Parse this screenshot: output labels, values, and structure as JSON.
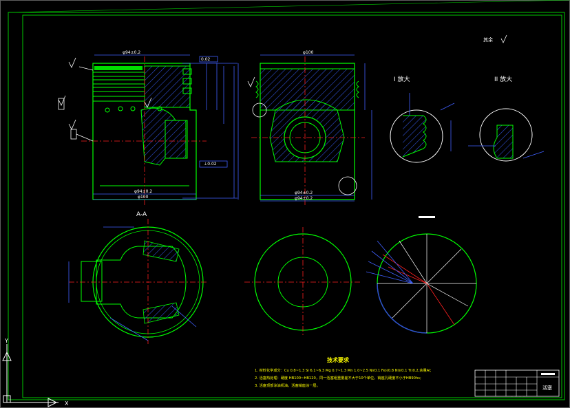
{
  "colors": {
    "background": "#000000",
    "border": "#00c800",
    "outline": "#00ff00",
    "hatch": "#2f4fd0",
    "dimension": "#4060ff",
    "centerline": "#ff2020",
    "text": "#ffffff",
    "note": "#ffff00",
    "highlight": "#00dd00"
  },
  "drawing": {
    "roughness_label": "其余",
    "section_label": "A-A",
    "detail_1_label": "I 放大",
    "detail_2_label": "II 放大",
    "notes": {
      "title": "技术要求",
      "items": [
        "1. 材料化学成分：Cu 0.8~1.3 Si 6.1~6.3 Mg 0.7~1.3 Mn 1.0~2.5 Ni(0.1 Fe)(0.8 Ni)(0.1 Ti)0.2,余量Al;",
        "2. 活塞热处理：硬度 HB100~HB120，同一活塞组重量差不大于10个单位，销座孔硬度不小于HB90hs;",
        "3. 活塞顶部涂油机油，活塞销座涂一层。"
      ]
    },
    "title_block": {
      "name": "活塞",
      "code": "_ _ _ _"
    }
  },
  "ucs_icon": {
    "x_label": "X",
    "y_label": "Y"
  }
}
